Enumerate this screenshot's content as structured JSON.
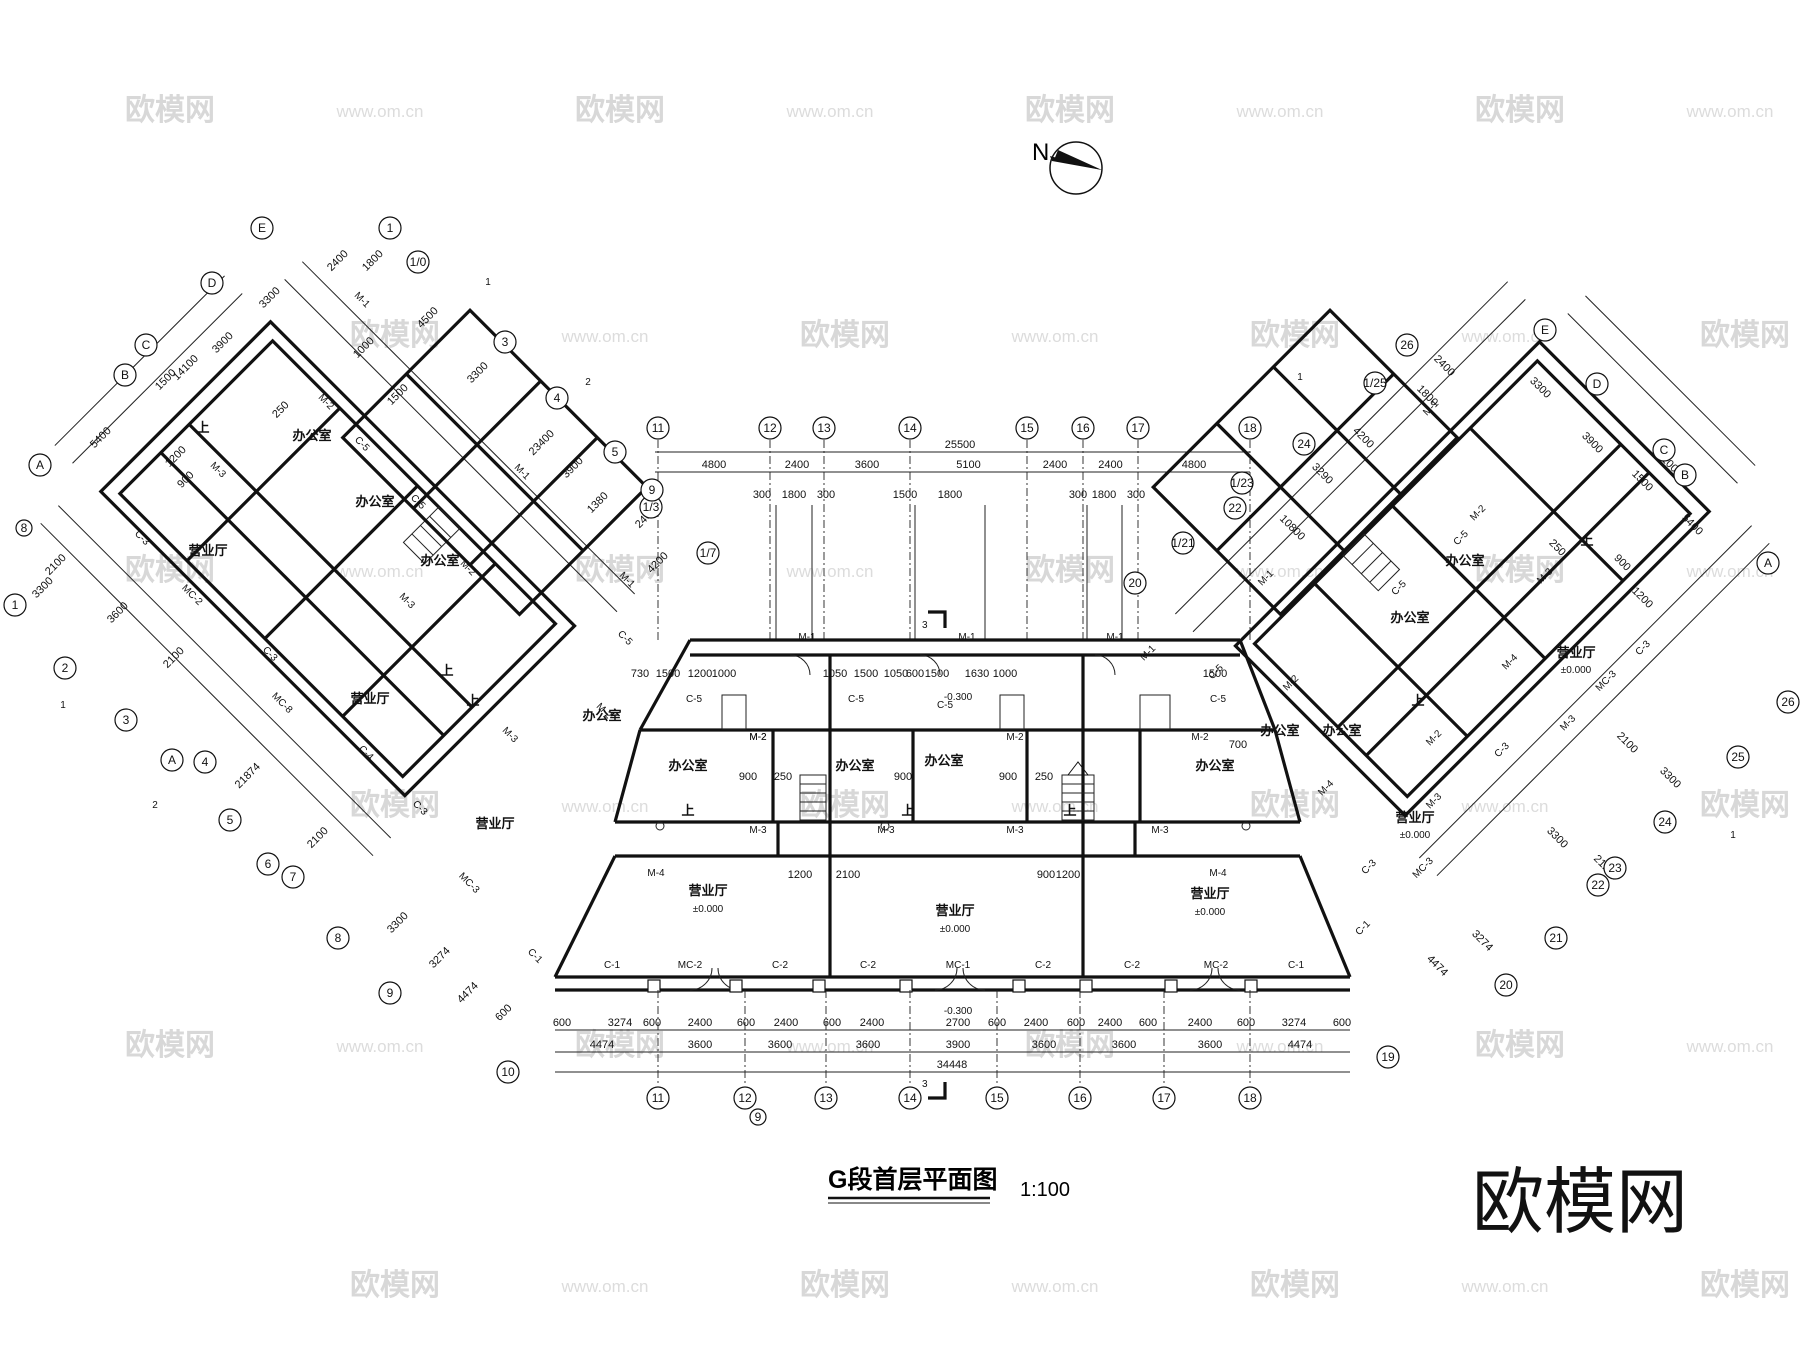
{
  "drawing": {
    "title": "G段首层平面图",
    "scale": "1:100",
    "north_label": "N",
    "brand_logo": "欧模网",
    "watermark_text": "欧模网",
    "watermark_url": "www.om.cn"
  },
  "center_block": {
    "top_axes": [
      "11",
      "12",
      "13",
      "14",
      "15",
      "16",
      "17",
      "18"
    ],
    "top_overall": "25500",
    "top_spans": [
      "4800",
      "2400",
      "3600",
      "5100",
      "2400",
      "2400",
      "4800"
    ],
    "door_sub": [
      "300",
      "1800",
      "300",
      "1500",
      "1800",
      "300",
      "1800",
      "300"
    ],
    "rooms": [
      {
        "name": "办公室"
      },
      {
        "name": "办公室"
      },
      {
        "name": "办公室"
      },
      {
        "name": "办公室"
      },
      {
        "name": "营业厅",
        "level": "±0.000"
      },
      {
        "name": "营业厅",
        "level": "±0.000"
      },
      {
        "name": "营业厅",
        "level": "±0.000"
      }
    ],
    "labels": [
      "M-1",
      "M-1",
      "M-1",
      "C-5",
      "C-5",
      "C-5",
      "C-5",
      "M-2",
      "M-2",
      "M-2",
      "M-2",
      "M-3",
      "M-3",
      "M-3",
      "M-3",
      "M-4",
      "M-4",
      "C-1",
      "C-1",
      "C-2",
      "C-2",
      "C-2",
      "C-2",
      "MC-2",
      "MC-2",
      "MC-1"
    ],
    "level_mid": "-0.300",
    "level_entry": "-0.300",
    "section_mark": "3",
    "bottom_axes": [
      "11",
      "12",
      "13",
      "14",
      "15",
      "16",
      "17",
      "18"
    ],
    "bottom_row1": [
      "600",
      "3274",
      "600",
      "2400",
      "600",
      "2400",
      "600",
      "2400",
      "2700",
      "600",
      "2400",
      "600",
      "2400",
      "600",
      "2400",
      "600",
      "3274",
      "600"
    ],
    "bottom_row2": [
      "4474",
      "3600",
      "3600",
      "3600",
      "3900",
      "3600",
      "3600",
      "3600",
      "4474"
    ],
    "bottom_overall": "34448",
    "wall_dims": [
      "730",
      "1500",
      "1200",
      "1000",
      "1050",
      "1500",
      "1050",
      "600",
      "1500",
      "1630",
      "1000",
      "1500",
      "700",
      "900",
      "250",
      "900",
      "250",
      "900",
      "1200",
      "2100",
      "900",
      "1200"
    ]
  },
  "left_wing": {
    "axes_letters": [
      "A",
      "B",
      "C",
      "D",
      "E",
      "A"
    ],
    "axes_numbers": [
      "1",
      "2",
      "3",
      "4",
      "5",
      "6",
      "7",
      "8",
      "9",
      "10"
    ],
    "axes_top": [
      "1",
      "1/0",
      "3",
      "4",
      "5",
      "1/3",
      "9",
      "1/7"
    ],
    "rooms": [
      {
        "name": "办公室"
      },
      {
        "name": "办公室"
      },
      {
        "name": "办公室"
      },
      {
        "name": "办公室"
      },
      {
        "name": "营业厅"
      },
      {
        "name": "营业厅"
      },
      {
        "name": "营业厅"
      }
    ],
    "labels": [
      "M-1",
      "M-1",
      "M-1",
      "M-2",
      "M-2",
      "M-2",
      "M-3",
      "M-3",
      "M-3",
      "C-3",
      "C-3",
      "C-3",
      "C-4",
      "C-5",
      "C-5",
      "C-5",
      "MC-2",
      "MC-3",
      "MC-8",
      "C-1"
    ],
    "dims": [
      "3300",
      "3900",
      "1500",
      "5400",
      "14100",
      "2400",
      "1800",
      "4500",
      "3300",
      "23400",
      "3900",
      "1380",
      "2400",
      "4200",
      "2100",
      "3300",
      "3600",
      "2100",
      "21874",
      "2100",
      "3300",
      "3274",
      "4474",
      "600",
      "1200",
      "900",
      "250",
      "1000",
      "1500"
    ],
    "section_marks": [
      "1",
      "1",
      "2",
      "2"
    ],
    "index_marks": [
      "8",
      "9"
    ]
  },
  "right_wing": {
    "axes_letters": [
      "A",
      "B",
      "C",
      "D",
      "E"
    ],
    "axes_numbers": [
      "19",
      "20",
      "21",
      "22",
      "23",
      "24",
      "25",
      "26"
    ],
    "axes_top": [
      "26",
      "1/25",
      "24",
      "1/23",
      "22",
      "1/21",
      "20"
    ],
    "rooms": [
      {
        "name": "办公室"
      },
      {
        "name": "办公室"
      },
      {
        "name": "办公室"
      },
      {
        "name": "办公室"
      },
      {
        "name": "营业厅",
        "level": "±0.000"
      },
      {
        "name": "营业厅",
        "level": "±0.000"
      }
    ],
    "labels": [
      "M-1",
      "M-1",
      "M-1",
      "M-2",
      "M-2",
      "M-2",
      "M-3",
      "M-3",
      "M-3",
      "M-4",
      "M-4",
      "C-5",
      "C-5",
      "C-5",
      "C-3",
      "C-3",
      "C-3",
      "MC-3",
      "MC-3",
      "C-1"
    ],
    "dims": [
      "3300",
      "3900",
      "1500",
      "5400",
      "14100",
      "2400",
      "1800",
      "4200",
      "3290",
      "10800",
      "2100",
      "3300",
      "3300",
      "21274",
      "3274",
      "4474",
      "1200",
      "900",
      "250"
    ],
    "section_marks": [
      "1",
      "1"
    ]
  },
  "stair_label": "上"
}
